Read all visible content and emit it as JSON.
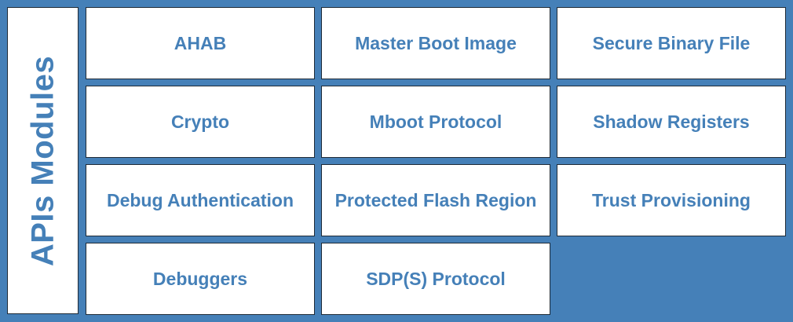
{
  "title": "APIs Modules",
  "modules": [
    "AHAB",
    "Master Boot Image",
    "Secure Binary File",
    "Crypto",
    "Mboot Protocol",
    "Shadow Registers",
    "Debug Authentication",
    "Protected Flash Region",
    "Trust Provisioning",
    "Debuggers",
    "SDP(S) Protocol"
  ],
  "colors": {
    "background": "#4580b8",
    "text": "#4580b8",
    "box": "#ffffff",
    "border": "#1e2a36"
  }
}
